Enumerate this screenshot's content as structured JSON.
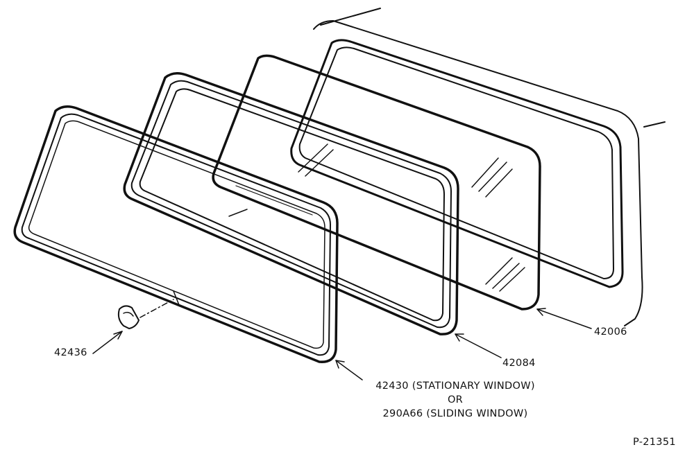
{
  "diagram": {
    "labels": {
      "retainer_clip": "42436",
      "stationary_weatherstrip": "42430 (STATIONARY WINDOW)",
      "or_word": "OR",
      "sliding_weatherstrip": "290A66 (SLIDING WINDOW)",
      "inner_weatherstrip": "42084",
      "glass": "42006",
      "figure_id": "P-21351"
    },
    "parts": [
      {
        "id": "cab-back-panel",
        "callout": ""
      },
      {
        "id": "back-window-glass",
        "callout": "42006"
      },
      {
        "id": "inner-weatherstrip",
        "callout": "42084"
      },
      {
        "id": "outer-weatherstrip",
        "callout": "42430"
      },
      {
        "id": "retainer-clip",
        "callout": "42436"
      }
    ],
    "colors": {
      "line": "#111111",
      "background": "#ffffff"
    }
  }
}
